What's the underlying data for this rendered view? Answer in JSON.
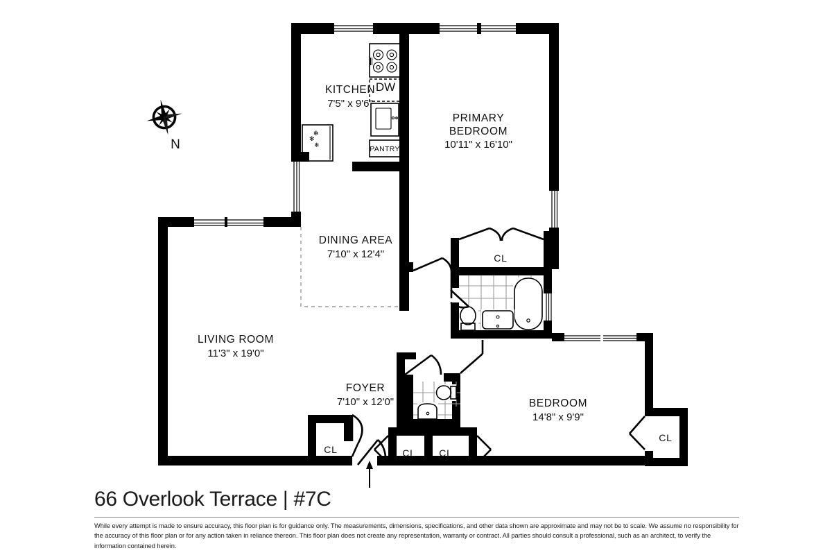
{
  "title": "66 Overlook Terrace | #7C",
  "disclaimer": "While every attempt is made to ensure accuracy, this floor plan is for guidance only. The measurements, dimensions, specifications, and other data shown are approximate and may not be to scale.  We assume no responsibility for the accuracy of this floor plan or for any action taken in reliance thereon. This floor plan does not create any representation, warranty or contract. All parties should consult a professional, such as an architect, to verify the information contained herein.",
  "compass": {
    "north_label": "N",
    "icon": "compass-rose-icon"
  },
  "rooms": [
    {
      "id": "kitchen",
      "name": "KITCHEN",
      "dimensions": "7'5\" x 9'6\""
    },
    {
      "id": "primary-bedroom",
      "name": "PRIMARY",
      "name2": "BEDROOM",
      "dimensions": "10'11\" x 16'10\""
    },
    {
      "id": "dining-area",
      "name": "DINING AREA",
      "dimensions": "7'10\" x 12'4\""
    },
    {
      "id": "living-room",
      "name": "LIVING ROOM",
      "dimensions": "11'3\" x 19'0\""
    },
    {
      "id": "foyer",
      "name": "FOYER",
      "dimensions": "7'10\" x 12'0\""
    },
    {
      "id": "bedroom",
      "name": "BEDROOM",
      "dimensions": "14'8\" x 9'9\""
    }
  ],
  "closets": [
    {
      "id": "closet-bath",
      "label": "CL"
    },
    {
      "id": "closet-living",
      "label": "CL"
    },
    {
      "id": "closet-foyer-left",
      "label": "CL"
    },
    {
      "id": "closet-foyer-right",
      "label": "CL"
    },
    {
      "id": "closet-bedroom",
      "label": "CL"
    }
  ],
  "fixtures": {
    "dishwasher_label": "DW",
    "pantry_label": "PANTRY",
    "stove": "stove-icon",
    "sink": "kitchen-sink-icon",
    "refrigerator": "refrigerator-icon",
    "bathtub": "bathtub-icon",
    "toilet_primary": "toilet-icon",
    "vanity_primary": "vanity-sink-icon",
    "toilet_half": "toilet-icon",
    "shower_half": "shower-icon"
  },
  "entry": {
    "arrow": "entry-arrow-icon"
  },
  "colors": {
    "wall": "#000000",
    "floor": "#ffffff",
    "tile_grid": "#9a9a9a",
    "text": "#111111",
    "rule": "#8a8a8a"
  }
}
